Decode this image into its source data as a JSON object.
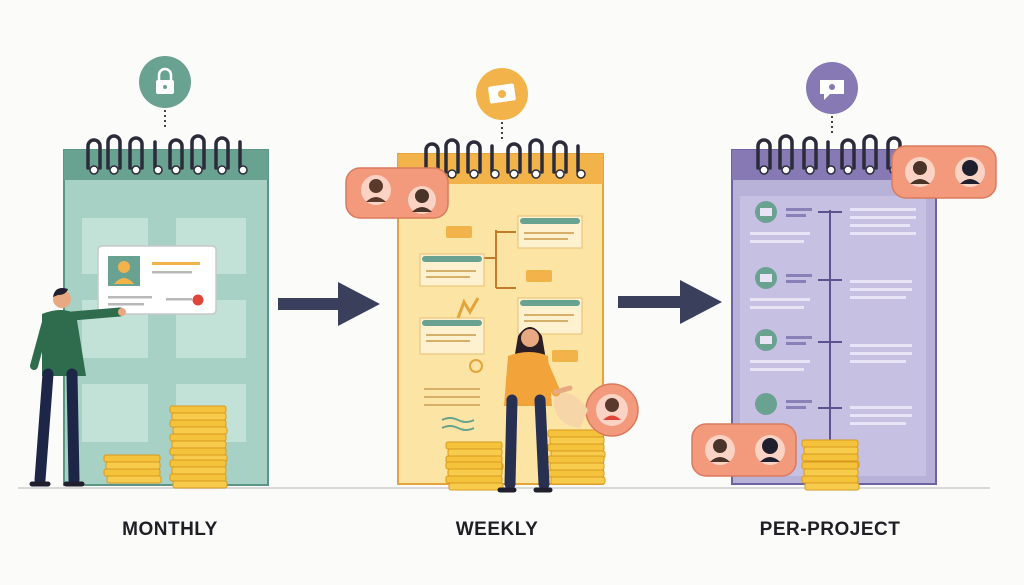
{
  "panels": {
    "monthly": {
      "label": "MONTHLY",
      "icon": "lock-icon",
      "color": "#6aa292"
    },
    "weekly": {
      "label": "WEEKLY",
      "icon": "ticket-icon",
      "color": "#f2b44a"
    },
    "project": {
      "label": "PER-PROJECT",
      "icon": "chat-icon",
      "color": "#8679b4"
    }
  },
  "colors": {
    "arrow": "#3a3f5c",
    "coin": "#f5c33b",
    "avatar_card": "#f39a7d",
    "ground": "#d9d9d9"
  }
}
